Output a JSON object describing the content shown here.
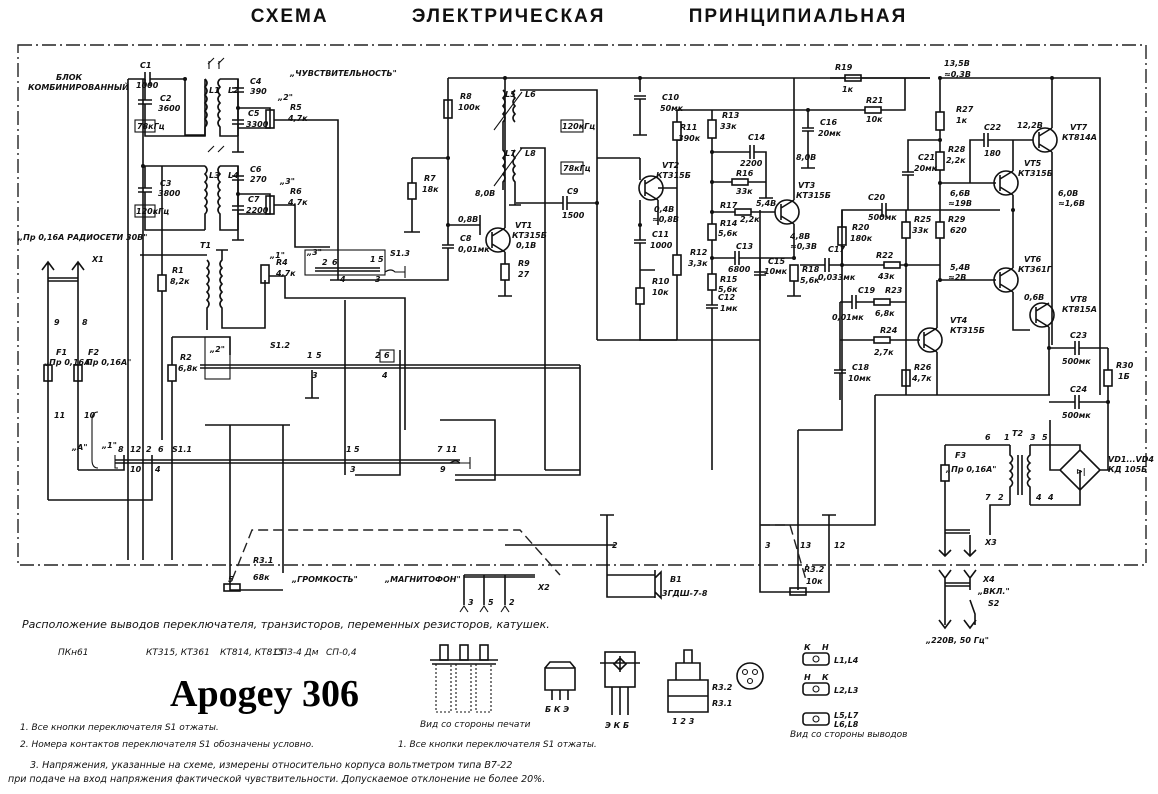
{
  "title": [
    "СХЕМА",
    "ЭЛЕКТРИЧЕСКАЯ",
    "ПРИНЦИПИАЛЬНАЯ"
  ],
  "brand": "Apogey 306",
  "block_label": [
    "БЛОК",
    "КОМБИНИРОВАННЫЙ"
  ],
  "controls": {
    "sensitivity": "„ЧУВСТВИТЕЛЬНОСТЬ\"",
    "volume": "„ГРОМКОСТЬ\"",
    "tape": "„МАГНИТОФОН\"",
    "radio_input": "„Пр 0,16А РАДИОСЕТИ 30В\"",
    "power_switch": "„ВКЛ.\"",
    "mains": "„220В, 50 Гц\"",
    "a_bracket": "„А\""
  },
  "components": {
    "C1": [
      "C1",
      "1000"
    ],
    "C2": [
      "C2",
      "3600"
    ],
    "C3": [
      "C3",
      "3800"
    ],
    "C4": [
      "C4",
      "390"
    ],
    "C5": [
      "C5",
      "3300"
    ],
    "C6": [
      "C6",
      "270"
    ],
    "C7": [
      "C7",
      "2200"
    ],
    "C8": [
      "C8",
      "0,01мк"
    ],
    "C9": [
      "C9",
      "1500"
    ],
    "C10": [
      "C10",
      "50мк"
    ],
    "C11": [
      "C11",
      "1000"
    ],
    "C12": [
      "C12",
      "1мк"
    ],
    "C13": [
      "C13",
      "6800"
    ],
    "C14": [
      "C14",
      "2200"
    ],
    "C15": [
      "C15",
      "10мк"
    ],
    "C16": [
      "C16",
      "20мк"
    ],
    "C17": [
      "C17",
      "0,033мк"
    ],
    "C18": [
      "C18",
      "10мк"
    ],
    "C19": [
      "C19",
      "0,01мк"
    ],
    "C20": [
      "C20",
      "500мк"
    ],
    "C21": [
      "C21",
      "20мк"
    ],
    "C22": [
      "C22",
      "180"
    ],
    "C23": [
      "C23",
      "500мк"
    ],
    "C24": [
      "C24",
      "500мк"
    ],
    "R1": [
      "R1",
      "8,2к"
    ],
    "R2": [
      "R2",
      "6,8к"
    ],
    "R3_1": [
      "R3.1",
      "68к"
    ],
    "R3_2": [
      "R3.2",
      "10к"
    ],
    "R4": [
      "R4",
      "4,7к"
    ],
    "R5": [
      "R5",
      "4,7к"
    ],
    "R6": [
      "R6",
      "4,7к"
    ],
    "R7": [
      "R7",
      "18к"
    ],
    "R8": [
      "R8",
      "100к"
    ],
    "R9": [
      "R9",
      "27"
    ],
    "R10": [
      "R10",
      "10к"
    ],
    "R11": [
      "R11",
      "390к"
    ],
    "R12": [
      "R12",
      "3,3к"
    ],
    "R13": [
      "R13",
      "33к"
    ],
    "R14": [
      "R14",
      "5,6к"
    ],
    "R15": [
      "R15",
      "5,6к"
    ],
    "R16": [
      "R16",
      "33к"
    ],
    "R17": [
      "R17",
      "2,2к"
    ],
    "R18": [
      "R18",
      "5,6к"
    ],
    "R19": [
      "R19",
      "1к"
    ],
    "R20": [
      "R20",
      "180к"
    ],
    "R21": [
      "R21",
      "10к"
    ],
    "R22": [
      "R22",
      "43к"
    ],
    "R23": [
      "R23",
      "6,8к"
    ],
    "R24": [
      "R24",
      "2,7к"
    ],
    "R25": [
      "R25",
      "33к"
    ],
    "R26": [
      "R26",
      "4,7к"
    ],
    "R27": [
      "R27",
      "1к"
    ],
    "R28": [
      "R28",
      "2,2к"
    ],
    "R29": [
      "R29",
      "620"
    ],
    "R30": [
      "R30",
      "1Б"
    ],
    "VT1": [
      "VT1",
      "КТ315Б"
    ],
    "VT2": [
      "VT2",
      "КТ315Б"
    ],
    "VT3": [
      "VT3",
      "КТ315Б"
    ],
    "VT4": [
      "VT4",
      "КТ315Б"
    ],
    "VT5": [
      "VT5",
      "КТ315Б"
    ],
    "VT6": [
      "VT6",
      "КТ361Г"
    ],
    "VT7": [
      "VT7",
      "КТ814А"
    ],
    "VT8": [
      "VT8",
      "КТ815А"
    ],
    "F1": [
      "F1",
      "„Пр 0,16А"
    ],
    "F2": [
      "F2",
      "Пр 0,16А\""
    ],
    "F3": [
      "F3",
      "„Пр 0,16А\""
    ],
    "B1": [
      "B1",
      "3ГДШ-7-8"
    ],
    "VD": [
      "VD1...VD4",
      "КД 105Б"
    ],
    "T1": "T1",
    "T2": "T2",
    "X1": "X1",
    "X2": "X2",
    "X3": "X3",
    "X4": "X4",
    "S2": "S2",
    "S1_1": "S1.1",
    "S1_2": "S1.2",
    "S1_3": "S1.3",
    "L": [
      "L1",
      "L2",
      "L3",
      "L4",
      "L5",
      "L6",
      "L7",
      "L8"
    ],
    "freq_78": "78кГц",
    "freq_120": "120кГц"
  },
  "voltages": {
    "v_supply": [
      "13,5В",
      "≈0,3В"
    ],
    "vt7_base": "12,2В",
    "vt5": [
      "6,6В",
      "≈19В"
    ],
    "out": [
      "6,0В",
      "≈1,6В"
    ],
    "vt6_base": [
      "5,4В",
      "≈2В"
    ],
    "vt8_base": "0,6В",
    "vt1_base": "0,8В",
    "vt1_emit": "0,1В",
    "vt1_coll": "8,0В",
    "vt2": [
      "0,4В",
      "≈0,8В"
    ],
    "vt3_coll": "8,0В",
    "vt3_base": "5,4В",
    "vt3_emit": [
      "4,8В",
      "≈0,3В"
    ]
  },
  "switch_positions": [
    "„1\"",
    "„2\"",
    "„3\""
  ],
  "pins": {
    "s11": [
      "8",
      "12",
      "10",
      "2",
      "6",
      "4"
    ],
    "s12": [
      "8",
      "12",
      "10",
      "1",
      "5",
      "3",
      "2",
      "6",
      "4"
    ],
    "s13": [
      "2",
      "6",
      "4",
      "1",
      "5",
      "3",
      "7",
      "11",
      "9"
    ],
    "x1": [
      "9",
      "8",
      "11",
      "10"
    ],
    "x2": [
      "3",
      "5",
      "2"
    ],
    "rear": [
      "2",
      "3",
      "13",
      "12"
    ],
    "t2": [
      "6",
      "1",
      "3",
      "5",
      "7",
      "2",
      "4",
      "4"
    ]
  },
  "footer": {
    "layout_heading": "Расположение выводов переключателя, транзисторов, переменных резисторов, катушек.",
    "parts": [
      "ПКн61",
      "КТ315, КТ361",
      "КТ814, КТ815",
      "СПЗ-4 Дм",
      "СП-0,4"
    ],
    "view_print": "Вид со стороны печати",
    "view_leads": "Вид со стороны выводов",
    "transistor_pins_a": "Б К Э",
    "transistor_pins_b": "Э К Б",
    "pot_labels": [
      "R3.2",
      "R3.1",
      "1 2 3"
    ],
    "coil_labels": [
      "L1,L4",
      "L2,L3",
      "L5,L7",
      "L6,L8"
    ],
    "coil_kn": [
      "К",
      "Н"
    ],
    "note1": "1. Все кнопки переключателя S1 отжаты.",
    "note2": "2. Номера контактов переключателя S1 обозначены условно.",
    "note1b": "1. Все кнопки переключателя S1 отжаты.",
    "note3a": "3. Напряжения, указанные на схеме, измерены относительно корпуса вольтметром типа В7-22",
    "note3b": "при подаче на вход напряжения фактической чувствительности. Допускаемое отклонение не более 20%."
  }
}
